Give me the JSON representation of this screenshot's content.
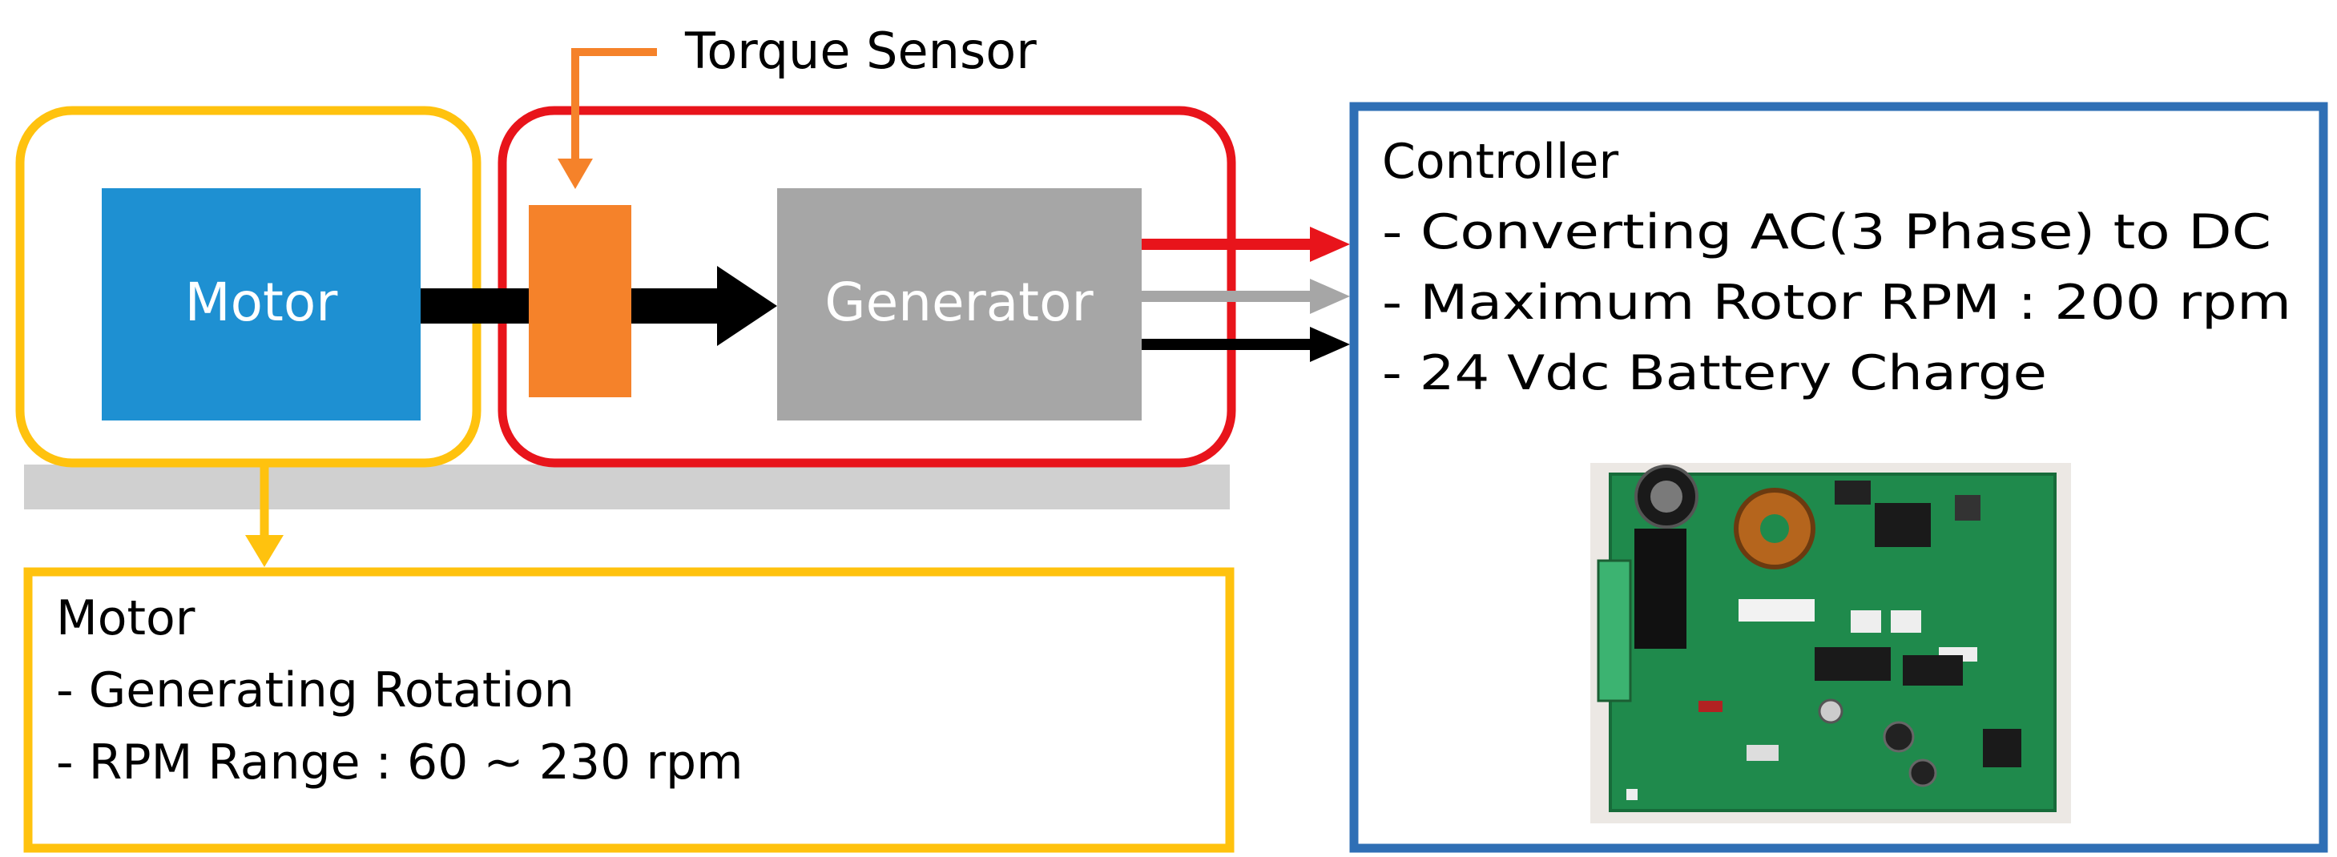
{
  "torque_sensor": {
    "label": "Torque Sensor"
  },
  "motor_block": {
    "label": "Motor"
  },
  "generator_block": {
    "label": "Generator"
  },
  "motor_info": {
    "title": "Motor",
    "lines": [
      "- Generating Rotation",
      "- RPM Range : 60 ~ 230 rpm"
    ]
  },
  "controller_info": {
    "title": "Controller",
    "lines": [
      "- Converting AC(3 Phase) to DC",
      "- Maximum Rotor RPM : 200 rpm",
      "- 24 Vdc Battery Charge"
    ]
  },
  "colors": {
    "motor_outline": "#FFC20E",
    "generator_outline": "#E8141B",
    "controller_outline": "#2F6FB5",
    "motor_fill": "#1E90D2",
    "generator_fill": "#A6A6A6",
    "sensor_fill": "#F5822A",
    "phase_red": "#E8141B",
    "phase_gray": "#A6A6A6",
    "phase_black": "#000000",
    "base_plate": "#D0D0D0",
    "pcb_green": "#1F8A4C"
  }
}
